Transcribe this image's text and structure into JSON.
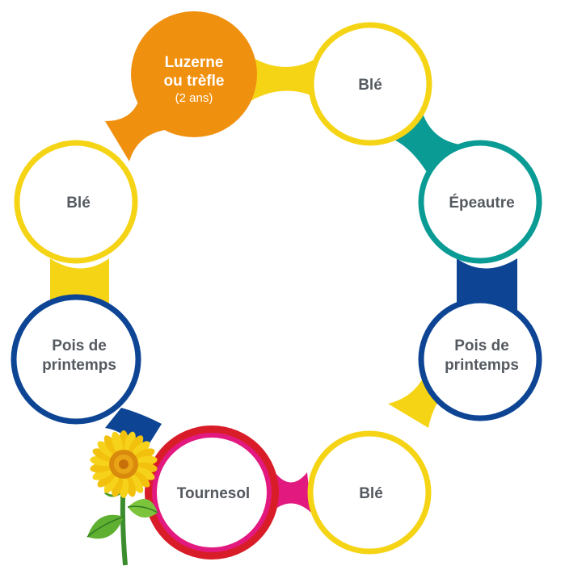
{
  "colors": {
    "yellow": "#f5d416",
    "teal": "#0a9b95",
    "navy": "#0d4594",
    "orange": "#f0900f",
    "red": "#d91d28",
    "magenta": "#e2197f",
    "label": "#555a60"
  },
  "nodes": [
    {
      "id": "luzerne",
      "lines": [
        "Luzerne",
        "ou trèfle"
      ],
      "sub": "(2 ans)"
    },
    {
      "id": "ble-top",
      "lines": [
        "Blé"
      ]
    },
    {
      "id": "epeautre",
      "lines": [
        "Épeautre"
      ]
    },
    {
      "id": "pois-right",
      "lines": [
        "Pois de",
        "printemps"
      ]
    },
    {
      "id": "ble-bottom",
      "lines": [
        "Blé"
      ]
    },
    {
      "id": "tournesol",
      "lines": [
        "Tournesol"
      ]
    },
    {
      "id": "pois-left",
      "lines": [
        "Pois de",
        "printemps"
      ]
    },
    {
      "id": "ble-left",
      "lines": [
        "Blé"
      ]
    }
  ],
  "icons": {
    "sunflower": "sunflower-icon"
  }
}
